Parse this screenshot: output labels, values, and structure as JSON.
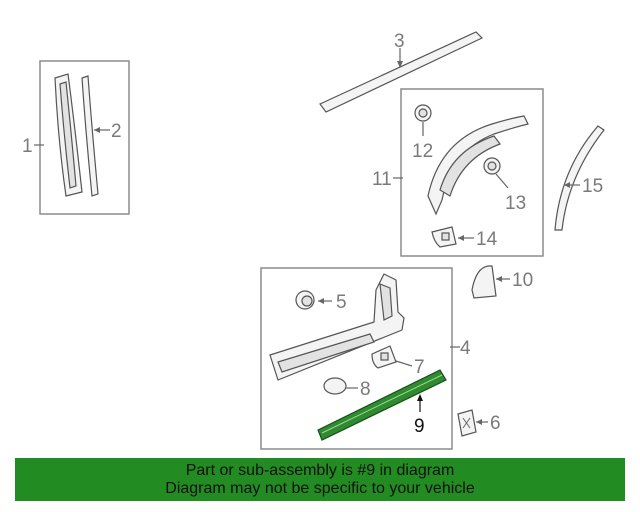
{
  "callouts": {
    "c1": "1",
    "c2": "2",
    "c3": "3",
    "c4": "4",
    "c5": "5",
    "c6": "6",
    "c7": "7",
    "c8": "8",
    "c9": "9",
    "c10": "10",
    "c11": "11",
    "c12": "12",
    "c13": "13",
    "c14": "14",
    "c15": "15"
  },
  "highlight_part": "9",
  "colors": {
    "highlight": "#2e8b2e",
    "banner_bg": "#228b22",
    "callout_text": "#7a7a7a"
  },
  "banner": {
    "line1": "Part or sub-assembly is #9 in diagram",
    "line2": "Diagram may not be specific to your vehicle"
  }
}
